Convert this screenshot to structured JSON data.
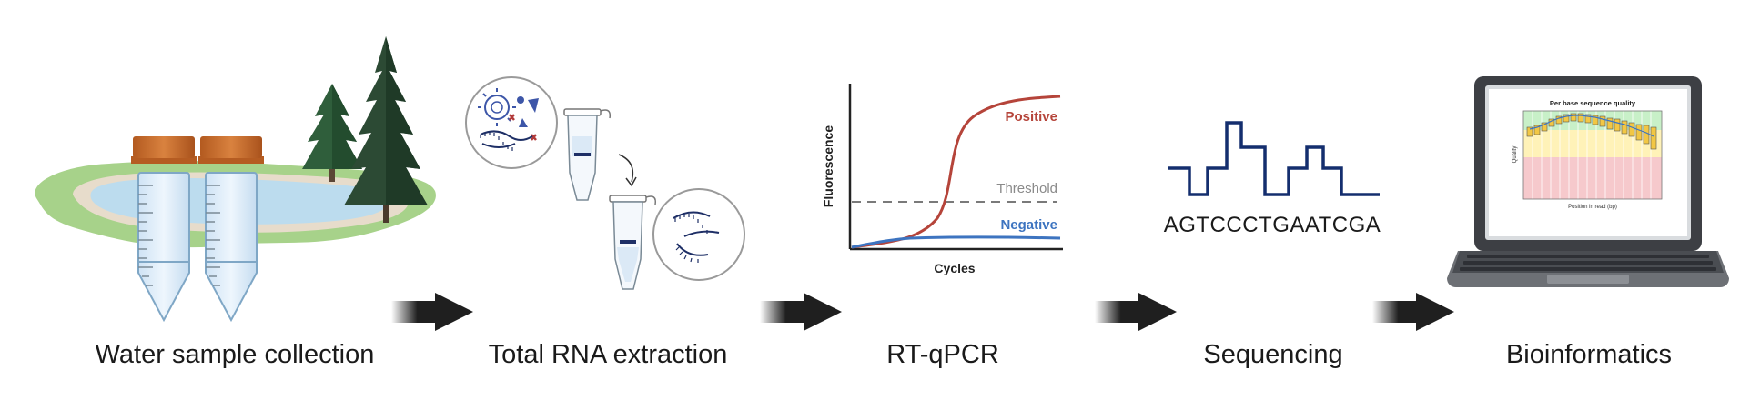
{
  "steps": [
    {
      "label": "Water sample collection"
    },
    {
      "label": "Total RNA extraction"
    },
    {
      "label": "RT-qPCR"
    },
    {
      "label": "Sequencing"
    },
    {
      "label": "Bioinformatics"
    }
  ],
  "qpcr": {
    "y_axis_label": "Fluorescence",
    "x_axis_label": "Cycles",
    "positive_label": "Positive",
    "threshold_label": "Threshold",
    "negative_label": "Negative"
  },
  "sequencing": {
    "sequence": "AGTCCCTGAATCGA"
  },
  "laptop": {
    "plot_title": "Per base sequence quality",
    "plot_ylabel": "Quality",
    "plot_xlabel": "Position in read (bp)"
  },
  "colors": {
    "positive": "#b5443a",
    "negative": "#3d74c0",
    "threshold": "#8a8a8a",
    "sequence_trace": "#142e6e",
    "tube_cap": "#c46a2b",
    "arrow": "#1f1f1f"
  }
}
